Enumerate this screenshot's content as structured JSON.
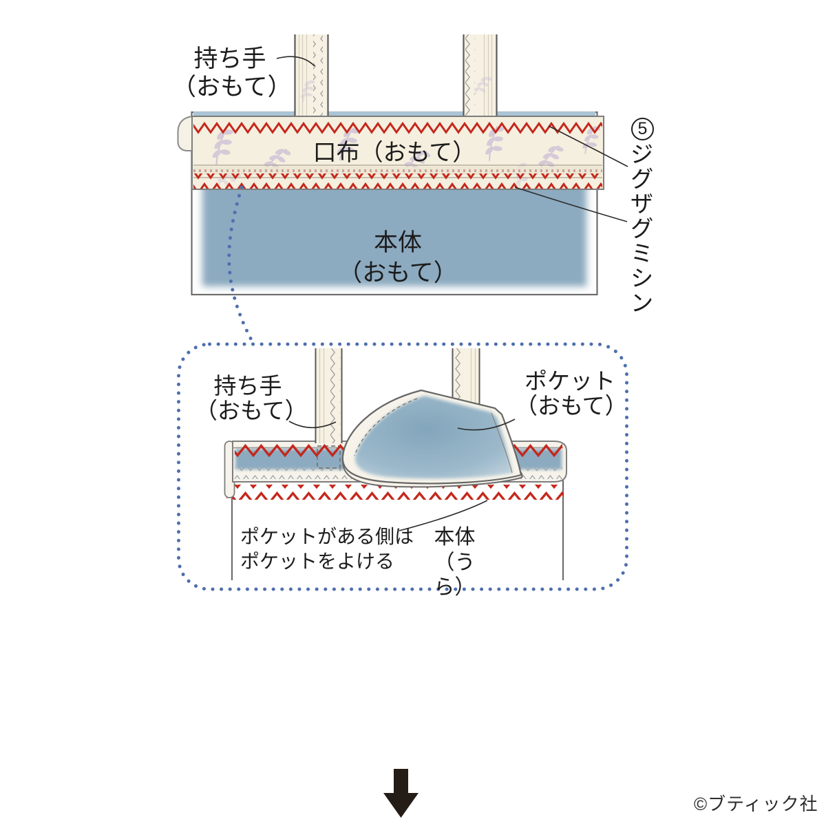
{
  "top_diagram": {
    "handle_label": "持ち手\n（おもて）",
    "band_label": "口布（おもて）",
    "body_label": "本体\n（おもて）",
    "step_number": "5",
    "step_label": "ジグザグミシン"
  },
  "inset_diagram": {
    "handle_label": "持ち手\n（おもて）",
    "pocket_label": "ポケット\n（おもて）",
    "note_label": "ポケットがある側は\nポケットをよける",
    "body_back_label": "本体\n（うら）"
  },
  "footer": {
    "copyright": "©ブティック社"
  },
  "colors": {
    "stitch_red": "#c4281c",
    "body_blue": "#8caac0",
    "dotted_blue": "#4e6fae",
    "fabric_cream": "#f5efdf",
    "floral_purple": "#c9bdd6",
    "outline_gray": "#6d6d6d",
    "arrow_black": "#241c16"
  }
}
